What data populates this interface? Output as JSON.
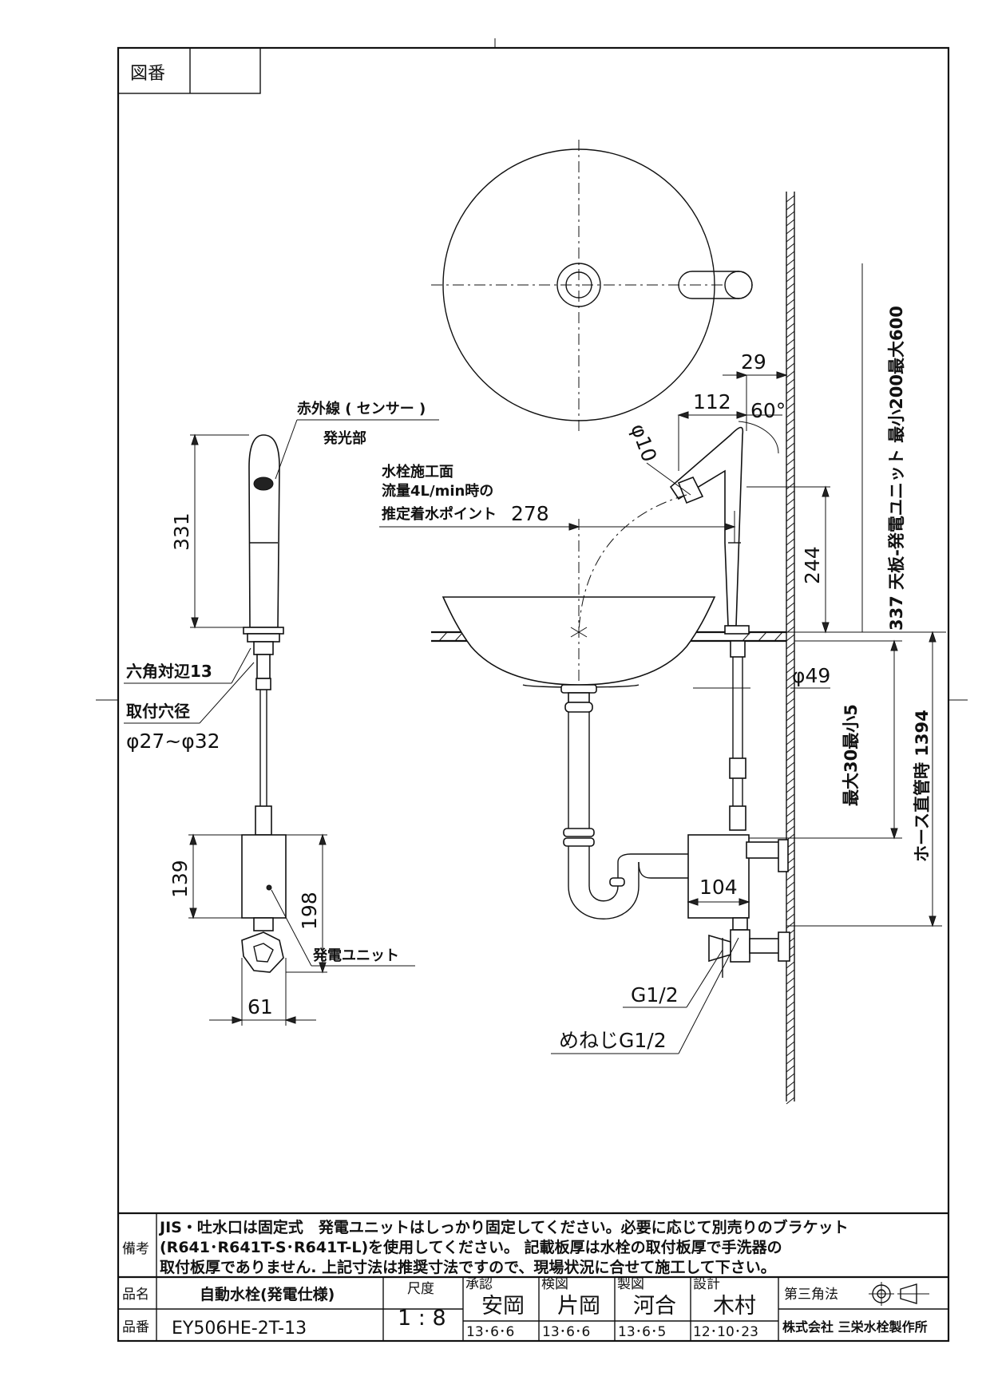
{
  "header": {
    "drawing_no_label": "図番",
    "drawing_no_value": ""
  },
  "labels": {
    "sensor": "赤外線 ( センサー )",
    "emitter": "発光部",
    "hex": "六角対辺13",
    "hole_label": "取付穴径",
    "hole_value": "φ27~φ32",
    "generator_unit": "発電ユニット",
    "install_face": "水栓施工面",
    "flow_rate": "流量4L/min時の",
    "landing_point": "推定着水ポイント",
    "g_half": "G1/2",
    "female_g_half": "めねじG1/2",
    "counter_range": "337 天板-発電ユニット 最小200最大600",
    "plate_thick": "最大30最小5",
    "hose_straight": "ホース直管時 1394"
  },
  "dims": {
    "d331": "331",
    "d139": "139",
    "d198": "198",
    "d61": "61",
    "d29": "29",
    "d112": "112",
    "d60deg": "60°",
    "phi10": "φ10",
    "d278": "278",
    "d244": "244",
    "phi49": "φ49",
    "d104": "104"
  },
  "remarks": {
    "label": "備考",
    "line1": "JIS・吐水口は固定式　発電ユニットはしっかり固定してください。必要に応じて別売りのブラケット",
    "line2": "(R641･R641T-S･R641T-L)を使用してください。 記載板厚は水栓の取付板厚で手洗器の",
    "line3": "取付板厚でありません. 上記寸法は推奨寸法ですので、現場状況に合せて施工して下さい。"
  },
  "title_block": {
    "name_label": "品名",
    "name_value": "自動水栓(発電仕様)",
    "number_label": "品番",
    "number_value": "EY506HE-2T-13",
    "scale_label": "尺度",
    "scale_value": "1 : 8",
    "approve_label": "承認",
    "approve_name": "安岡",
    "approve_date": "13･6･6",
    "check_label": "検図",
    "check_name": "片岡",
    "check_date": "13･6･6",
    "draft_label": "製図",
    "draft_name": "河合",
    "draft_date": "13･6･5",
    "design_label": "設計",
    "design_name": "木村",
    "design_date": "12･10･23",
    "projection": "第三角法",
    "company": "株式会社 三栄水栓製作所"
  }
}
